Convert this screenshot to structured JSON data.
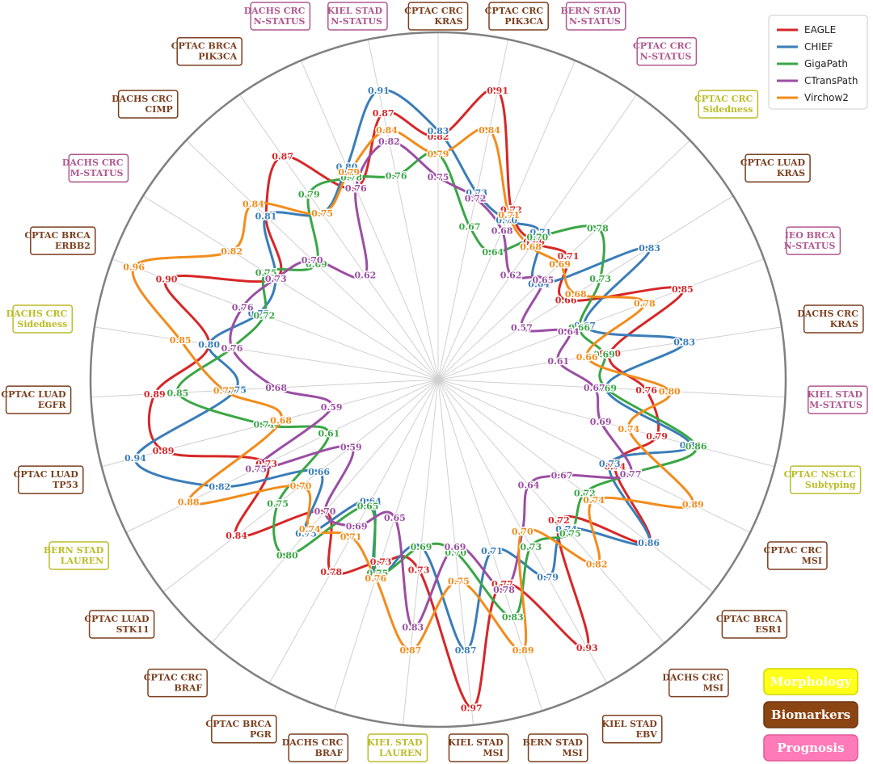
{
  "chart_data": {
    "type": "radar",
    "category_colors": {
      "Morphology": "#bcbc2a",
      "Biomarkers": "#7b3f1e",
      "Prognosis": "#b0588f"
    },
    "axes": [
      {
        "label": [
          "CPTAC CRC",
          "KRAS"
        ],
        "category": "Biomarkers"
      },
      {
        "label": [
          "CPTAC CRC",
          "PIK3CA"
        ],
        "category": "Biomarkers"
      },
      {
        "label": [
          "BERN STAD",
          "N-STATUS"
        ],
        "category": "Prognosis"
      },
      {
        "label": [
          "CPTAC CRC",
          "N-STATUS"
        ],
        "category": "Prognosis"
      },
      {
        "label": [
          "CPTAC CRC",
          "Sidedness"
        ],
        "category": "Morphology"
      },
      {
        "label": [
          "CPTAC LUAD",
          "KRAS"
        ],
        "category": "Biomarkers"
      },
      {
        "label": [
          "IEO BRCA",
          "N-STATUS"
        ],
        "category": "Prognosis"
      },
      {
        "label": [
          "DACHS CRC",
          "KRAS"
        ],
        "category": "Biomarkers"
      },
      {
        "label": [
          "KIEL STAD",
          "M-STATUS"
        ],
        "category": "Prognosis"
      },
      {
        "label": [
          "CPTAC NSCLC",
          "Subtyping"
        ],
        "category": "Morphology"
      },
      {
        "label": [
          "CPTAC CRC",
          "MSI"
        ],
        "category": "Biomarkers"
      },
      {
        "label": [
          "CPTAC BRCA",
          "ESR1"
        ],
        "category": "Biomarkers"
      },
      {
        "label": [
          "DACHS CRC",
          "MSI"
        ],
        "category": "Biomarkers"
      },
      {
        "label": [
          "KIEL STAD",
          "EBV"
        ],
        "category": "Biomarkers"
      },
      {
        "label": [
          "BERN STAD",
          "MSI"
        ],
        "category": "Biomarkers"
      },
      {
        "label": [
          "KIEL STAD",
          "MSI"
        ],
        "category": "Biomarkers"
      },
      {
        "label": [
          "KIEL STAD",
          "LAUREN"
        ],
        "category": "Morphology"
      },
      {
        "label": [
          "DACHS CRC",
          "BRAF"
        ],
        "category": "Biomarkers"
      },
      {
        "label": [
          "CPTAC BRCA",
          "PGR"
        ],
        "category": "Biomarkers"
      },
      {
        "label": [
          "CPTAC CRC",
          "BRAF"
        ],
        "category": "Biomarkers"
      },
      {
        "label": [
          "CPTAC LUAD",
          "STK11"
        ],
        "category": "Biomarkers"
      },
      {
        "label": [
          "BERN STAD",
          "LAUREN"
        ],
        "category": "Morphology"
      },
      {
        "label": [
          "CPTAC LUAD",
          "TP53"
        ],
        "category": "Biomarkers"
      },
      {
        "label": [
          "CPTAC LUAD",
          "EGFR"
        ],
        "category": "Biomarkers"
      },
      {
        "label": [
          "DACHS CRC",
          "Sidedness"
        ],
        "category": "Morphology"
      },
      {
        "label": [
          "CPTAC BRCA",
          "ERBB2"
        ],
        "category": "Biomarkers"
      },
      {
        "label": [
          "DACHS CRC",
          "M-STATUS"
        ],
        "category": "Prognosis"
      },
      {
        "label": [
          "DACHS CRC",
          "CIMP"
        ],
        "category": "Biomarkers"
      },
      {
        "label": [
          "CPTAC BRCA",
          "PIK3CA"
        ],
        "category": "Biomarkers"
      },
      {
        "label": [
          "DACHS CRC",
          "N-STATUS"
        ],
        "category": "Prognosis"
      },
      {
        "label": [
          "KIEL STAD",
          "N-STATUS"
        ],
        "category": "Prognosis"
      }
    ],
    "series": [
      {
        "name": "EAGLE",
        "color": "#d62728",
        "values": [
          0.82,
          0.91,
          0.72,
          0.69,
          0.71,
          0.66,
          0.85,
          0.7,
          0.76,
          0.79,
          0.74,
          0.86,
          0.72,
          0.93,
          0.77,
          0.97,
          0.73,
          0.73,
          0.78,
          0.7,
          0.84,
          0.73,
          0.89,
          0.89,
          0.8,
          0.9,
          0.73,
          0.81,
          0.87,
          0.76,
          0.87
        ]
      },
      {
        "name": "CHIEF",
        "color": "#3a7db8",
        "values": [
          0.83,
          0.73,
          0.7,
          0.71,
          0.64,
          0.83,
          0.67,
          0.83,
          0.69,
          0.85,
          0.73,
          0.86,
          0.74,
          0.79,
          0.71,
          0.87,
          0.69,
          0.76,
          0.64,
          0.75,
          0.66,
          0.82,
          0.94,
          0.75,
          0.8,
          0.73,
          0.73,
          0.81,
          0.75,
          0.8,
          0.91
        ]
      },
      {
        "name": "GigaPath",
        "color": "#3aa645",
        "values": [
          0.79,
          0.67,
          0.64,
          0.7,
          0.78,
          0.73,
          0.66,
          0.69,
          0.69,
          0.86,
          0.77,
          0.72,
          0.75,
          0.73,
          0.83,
          0.7,
          0.69,
          0.75,
          0.65,
          0.8,
          0.75,
          0.61,
          0.71,
          0.85,
          0.76,
          0.72,
          0.75,
          0.69,
          0.79,
          0.78,
          0.76
        ]
      },
      {
        "name": "CTransPath",
        "color": "#9b4ea3",
        "values": [
          0.75,
          0.72,
          0.68,
          0.62,
          0.65,
          0.57,
          0.64,
          0.61,
          0.67,
          0.69,
          0.77,
          0.67,
          0.64,
          0.7,
          0.78,
          0.69,
          0.83,
          0.65,
          0.69,
          0.7,
          0.59,
          0.75,
          0.59,
          0.68,
          0.76,
          0.76,
          0.73,
          0.7,
          0.62,
          0.76,
          0.82
        ]
      },
      {
        "name": "Virchow2",
        "color": "#f28c1c",
        "values": [
          0.79,
          0.84,
          0.71,
          0.68,
          0.69,
          0.68,
          0.78,
          0.66,
          0.8,
          0.74,
          0.89,
          0.74,
          0.82,
          0.7,
          0.89,
          0.75,
          0.87,
          0.76,
          0.71,
          0.74,
          0.7,
          0.88,
          0.68,
          0.77,
          0.85,
          0.96,
          0.82,
          0.84,
          0.75,
          0.79,
          0.84
        ]
      }
    ],
    "legend_position": "top-right",
    "category_legend": [
      {
        "label": "Morphology",
        "bg": "#ffff1a",
        "fg": "#ffffff",
        "border": "#d4d400"
      },
      {
        "label": "Biomarkers",
        "bg": "#8b4513",
        "fg": "#ffffff",
        "border": "#6b3410"
      },
      {
        "label": "Prognosis",
        "bg": "#ff7ab8",
        "fg": "#ffffff",
        "border": "#e05a98"
      }
    ]
  }
}
